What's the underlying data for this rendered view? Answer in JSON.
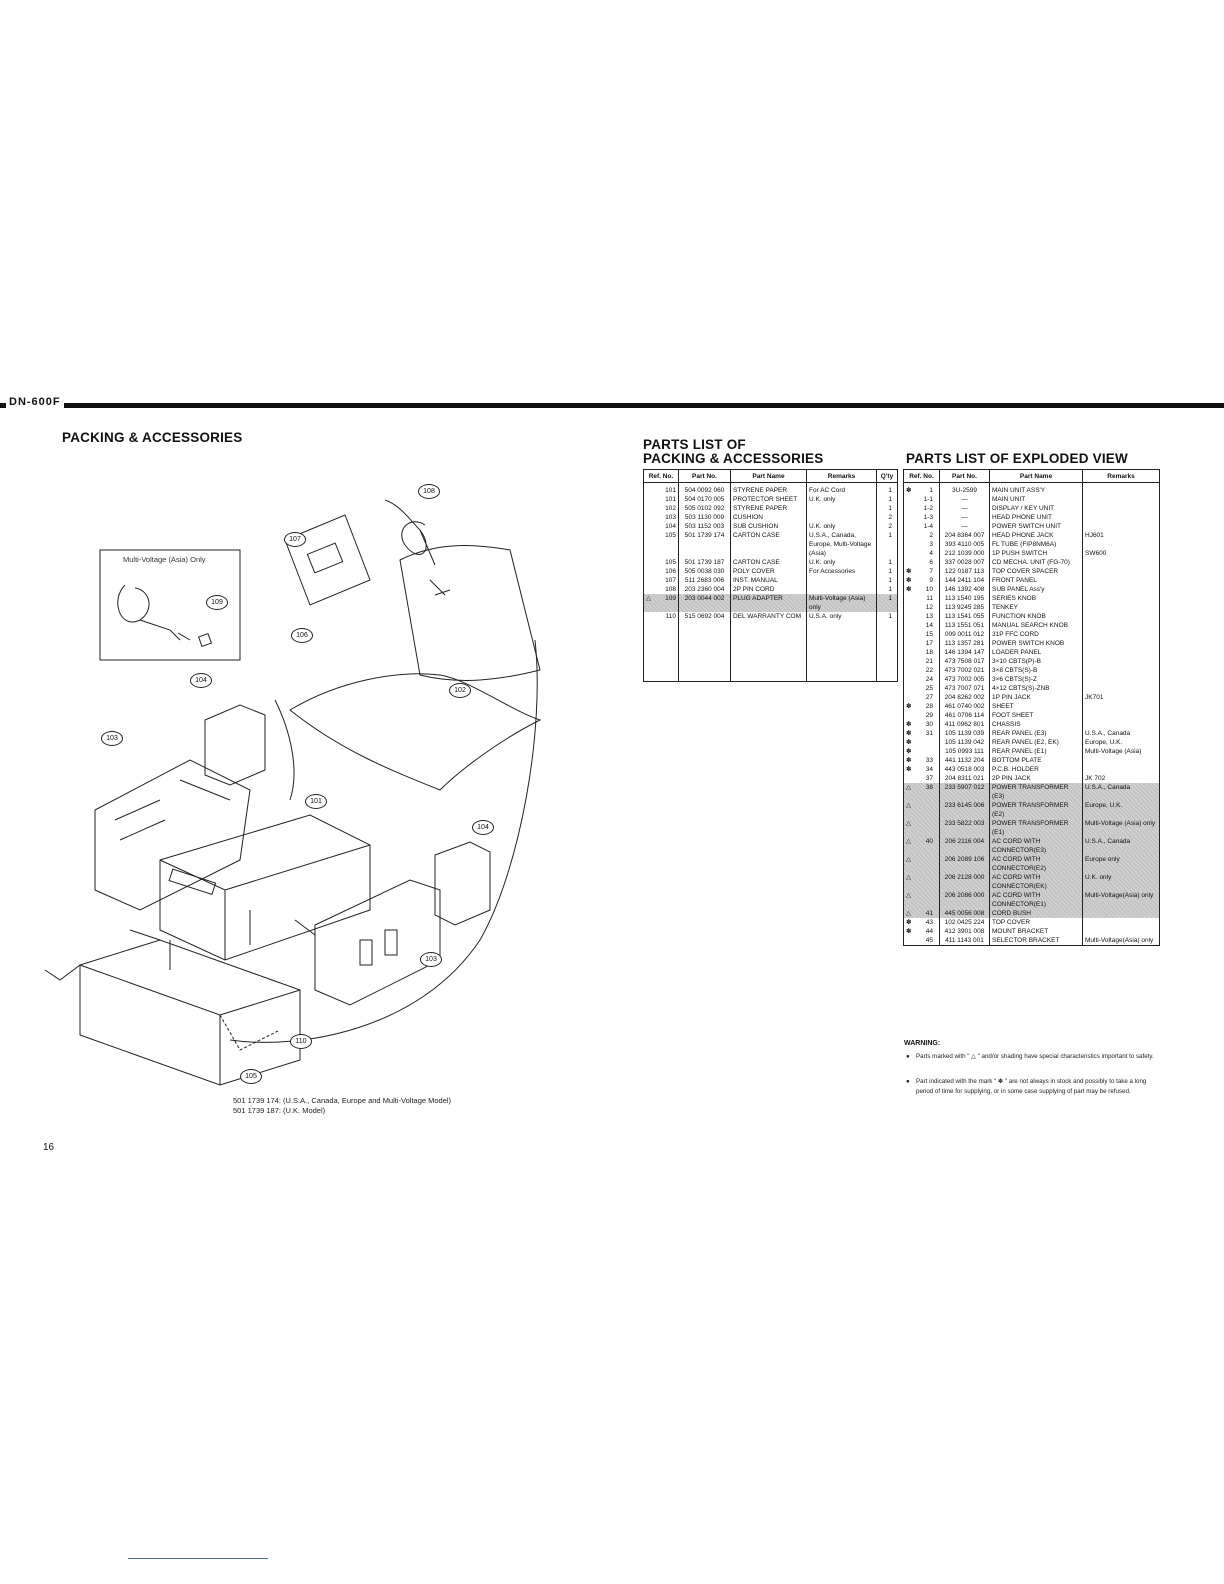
{
  "header": {
    "model": "DN-600F"
  },
  "packing_title": "PACKING & ACCESSORIES",
  "parts_packing_title": [
    "PARTS LIST OF",
    "PACKING & ACCESSORIES"
  ],
  "parts_exploded_title": "PARTS LIST OF EXPLODED VIEW",
  "page_number": "16",
  "diagram": {
    "inset_label": "Multi-Voltage (Asia) Only",
    "callouts": [
      "108",
      "107",
      "109",
      "106",
      "104",
      "102",
      "103",
      "101",
      "104",
      "103",
      "110",
      "105"
    ],
    "carton_note": [
      "501 1739 174: (U.S.A., Canada, Europe and Multi-Voltage Model)",
      "501 1739 187: (U.K. Model)"
    ]
  },
  "packing_table": {
    "headers": [
      "Ref. No.",
      "Part No.",
      "Part Name",
      "Remarks",
      "Q'ty"
    ],
    "rows": [
      {
        "mark": "",
        "ref": "101",
        "part": "504 0092 060",
        "name": "STYRENE PAPER",
        "remarks": "For AC Cord",
        "qty": "1"
      },
      {
        "mark": "",
        "ref": "101",
        "part": "504 0170 005",
        "name": "PROTECTOR SHEET",
        "remarks": "U.K. only",
        "qty": "1"
      },
      {
        "mark": "",
        "ref": "102",
        "part": "505 0102 092",
        "name": "STYRENE PAPER",
        "remarks": "",
        "qty": "1"
      },
      {
        "mark": "",
        "ref": "103",
        "part": "503 1130 009",
        "name": "CUSHION",
        "remarks": "",
        "qty": "2"
      },
      {
        "mark": "",
        "ref": "104",
        "part": "503 1152 003",
        "name": "SUB CUSHION",
        "remarks": "U.K. only",
        "qty": "2"
      },
      {
        "mark": "",
        "ref": "105",
        "part": "501 1739 174",
        "name": "CARTON CASE",
        "remarks": "U.S.A., Canada, Europe, Multi-Voltage (Asia)",
        "qty": "1"
      },
      {
        "mark": "",
        "ref": "105",
        "part": "501 1739 187",
        "name": "CARTON CASE",
        "remarks": "U.K. only",
        "qty": "1"
      },
      {
        "mark": "",
        "ref": "106",
        "part": "505 0038 030",
        "name": "POLY COVER",
        "remarks": "For Accessories",
        "qty": "1"
      },
      {
        "mark": "",
        "ref": "107",
        "part": "511 2683 006",
        "name": "INST. MANUAL",
        "remarks": "",
        "qty": "1"
      },
      {
        "mark": "",
        "ref": "108",
        "part": "203 2360 004",
        "name": "2P PIN CORD",
        "remarks": "",
        "qty": "1"
      },
      {
        "mark": "△",
        "ref": "109",
        "part": "203 0044 002",
        "name": "PLUG ADAPTER",
        "remarks": "Multi-Voltage (Asia) only",
        "qty": "1",
        "shaded": true
      },
      {
        "mark": "",
        "ref": "110",
        "part": "515 0692 004",
        "name": "DEL WARRANTY COM",
        "remarks": "U.S.A. only",
        "qty": "1"
      }
    ]
  },
  "exploded_table": {
    "headers": [
      "Ref. No.",
      "Part No.",
      "Part Name",
      "Remarks"
    ],
    "rows": [
      {
        "mark": "✽",
        "ref": "1",
        "part": "3U-2599",
        "name": "MAIN UNIT ASS'Y",
        "remarks": ""
      },
      {
        "mark": "",
        "ref": "1-1",
        "part": "—",
        "name": "MAIN UNIT",
        "remarks": ""
      },
      {
        "mark": "",
        "ref": "1-2",
        "part": "—",
        "name": "DISPLAY / KEY UNIT",
        "remarks": ""
      },
      {
        "mark": "",
        "ref": "1-3",
        "part": "—",
        "name": "HEAD PHONE UNIT",
        "remarks": ""
      },
      {
        "mark": "",
        "ref": "1-4",
        "part": "—",
        "name": "POWER SWITCH UNIT",
        "remarks": ""
      },
      {
        "mark": "",
        "ref": "2",
        "part": "204 8364 007",
        "name": "HEAD PHONE JACK",
        "remarks": "HJ601"
      },
      {
        "mark": "",
        "ref": "3",
        "part": "393 4110 005",
        "name": "FL TUBE (FIP8NM6A)",
        "remarks": ""
      },
      {
        "mark": "",
        "ref": "4",
        "part": "212 1039 000",
        "name": "1P PUSH SWITCH",
        "remarks": "SW600"
      },
      {
        "mark": "",
        "ref": "6",
        "part": "337 0028 007",
        "name": "CD MECHA. UNIT (FG-70)",
        "remarks": ""
      },
      {
        "mark": "✽",
        "ref": "7",
        "part": "122 0187 113",
        "name": "TOP COVER SPACER",
        "remarks": ""
      },
      {
        "mark": "✽",
        "ref": "9",
        "part": "144 2411 104",
        "name": "FRONT PANEL",
        "remarks": ""
      },
      {
        "mark": "✽",
        "ref": "10",
        "part": "146 1392 408",
        "name": "SUB PANEL Ass'y",
        "remarks": ""
      },
      {
        "mark": "",
        "ref": "11",
        "part": "113 1540 195",
        "name": "SERIES KNOB",
        "remarks": ""
      },
      {
        "mark": "",
        "ref": "12",
        "part": "113 9245 285",
        "name": "TENKEY",
        "remarks": ""
      },
      {
        "mark": "",
        "ref": "13",
        "part": "113 1541 055",
        "name": "FUNCTION KNOB",
        "remarks": ""
      },
      {
        "mark": "",
        "ref": "14",
        "part": "113 1551 051",
        "name": "MANUAL SEARCH KNOB",
        "remarks": ""
      },
      {
        "mark": "",
        "ref": "15",
        "part": "009 0011 012",
        "name": "31P FFC CORD",
        "remarks": ""
      },
      {
        "mark": "",
        "ref": "17",
        "part": "113 1357 281",
        "name": "POWER SWITCH KNOB",
        "remarks": ""
      },
      {
        "mark": "",
        "ref": "18",
        "part": "146 1394 147",
        "name": "LOADER PANEL",
        "remarks": ""
      },
      {
        "mark": "",
        "ref": "21",
        "part": "473 7508 017",
        "name": "3×10 CBTS(P)-B",
        "remarks": ""
      },
      {
        "mark": "",
        "ref": "22",
        "part": "473 7002 021",
        "name": "3×8 CBTS(S)-B",
        "remarks": ""
      },
      {
        "mark": "",
        "ref": "24",
        "part": "473 7002 005",
        "name": "3×6 CBTS(S)-Z",
        "remarks": ""
      },
      {
        "mark": "",
        "ref": "25",
        "part": "473 7007 071",
        "name": "4×12 CBTS(S)-ZNB",
        "remarks": ""
      },
      {
        "mark": "",
        "ref": "27",
        "part": "204 8262 002",
        "name": "1P PIN JACK",
        "remarks": "JK701"
      },
      {
        "mark": "✽",
        "ref": "28",
        "part": "461 0740 002",
        "name": "SHEET",
        "remarks": ""
      },
      {
        "mark": "",
        "ref": "29",
        "part": "461 0706 114",
        "name": "FOOT SHEET",
        "remarks": ""
      },
      {
        "mark": "✽",
        "ref": "30",
        "part": "411 0962 801",
        "name": "CHASSIS",
        "remarks": ""
      },
      {
        "mark": "✽",
        "ref": "31",
        "part": "105 1139 039",
        "name": "REAR PANEL (E3)",
        "remarks": "U.S.A., Canada"
      },
      {
        "mark": "✽",
        "ref": "",
        "part": "105 1139 042",
        "name": "REAR PANEL (E2, EK)",
        "remarks": "Europe, U.K."
      },
      {
        "mark": "✽",
        "ref": "",
        "part": "105 0993 111",
        "name": "REAR PANEL (E1)",
        "remarks": "Multi-Voltage (Asia)"
      },
      {
        "mark": "✽",
        "ref": "33",
        "part": "441 1132 204",
        "name": "BOTTOM PLATE",
        "remarks": ""
      },
      {
        "mark": "✽",
        "ref": "34",
        "part": "443 0518 003",
        "name": "P.C.B. HOLDER",
        "remarks": ""
      },
      {
        "mark": "",
        "ref": "37",
        "part": "204 8311 021",
        "name": "2P PIN JACK",
        "remarks": "JK 702"
      },
      {
        "mark": "△",
        "ref": "38",
        "part": "233 5907 012",
        "name": "POWER TRANSFORMER (E3)",
        "remarks": "U.S.A., Canada",
        "shaded": true
      },
      {
        "mark": "△",
        "ref": "",
        "part": "233 6145 006",
        "name": "POWER TRANSFORMER (E2)",
        "remarks": "Europe, U.K.",
        "shaded": true
      },
      {
        "mark": "△",
        "ref": "",
        "part": "233 5822 003",
        "name": "POWER TRANSFORMER (E1)",
        "remarks": "Multi-Voltage (Asia) only",
        "shaded": true
      },
      {
        "mark": "△",
        "ref": "40",
        "part": "206 2116 004",
        "name": "AC CORD WITH CONNECTOR(E3)",
        "remarks": "U.S.A., Canada",
        "shaded": true
      },
      {
        "mark": "△",
        "ref": "",
        "part": "206 2089 106",
        "name": "AC CORD WITH CONNECTOR(E2)",
        "remarks": "Europe only",
        "shaded": true
      },
      {
        "mark": "△",
        "ref": "",
        "part": "206 2128 000",
        "name": "AC CORD WITH CONNECTOR(EK)",
        "remarks": "U.K. only",
        "shaded": true
      },
      {
        "mark": "△",
        "ref": "",
        "part": "206 2086 000",
        "name": "AC CORD WITH CONNECTOR(E1)",
        "remarks": "Multi-Voltage(Asia) only",
        "shaded": true
      },
      {
        "mark": "△",
        "ref": "41",
        "part": "445 0056 008",
        "name": "CORD BUSH",
        "remarks": "",
        "shaded": true
      },
      {
        "mark": "✽",
        "ref": "43",
        "part": "102 0425 224",
        "name": "TOP COVER",
        "remarks": ""
      },
      {
        "mark": "✽",
        "ref": "44",
        "part": "412 3901 008",
        "name": "MOUNT BRACKET",
        "remarks": ""
      },
      {
        "mark": "",
        "ref": "45",
        "part": "411 1143 001",
        "name": "SELECTOR BRACKET",
        "remarks": "Multi-Voltage(Asia) only"
      }
    ]
  },
  "warning": {
    "title": "WARNING:",
    "items": [
      "Parts marked with \" △ \" and/or shading have special characteristics important to safety.",
      "Part indicated with the mark \" ✽ \" are not always in stock and possibly to take a long period of time for supplying, or in some case supplying of part may be refused."
    ]
  }
}
